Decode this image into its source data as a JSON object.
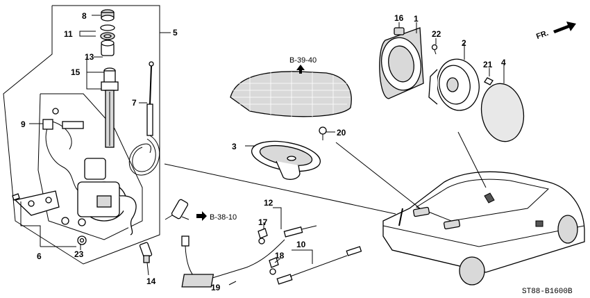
{
  "diagram_code": "ST88-B1600B",
  "front_marker": "FR.",
  "callouts": {
    "c1": "1",
    "c2": "2",
    "c3": "3",
    "c4": "4",
    "c5": "5",
    "c6": "6",
    "c7": "7",
    "c8": "8",
    "c9": "9",
    "c10": "10",
    "c11": "11",
    "c12": "12",
    "c13": "13",
    "c14": "14",
    "c15": "15",
    "c16": "16",
    "c17": "17",
    "c18": "18",
    "c19": "19",
    "c20": "20",
    "c21": "21",
    "c22": "22",
    "c23": "23"
  },
  "references": {
    "upper": "B-39-40",
    "lower": "B-38-10"
  }
}
